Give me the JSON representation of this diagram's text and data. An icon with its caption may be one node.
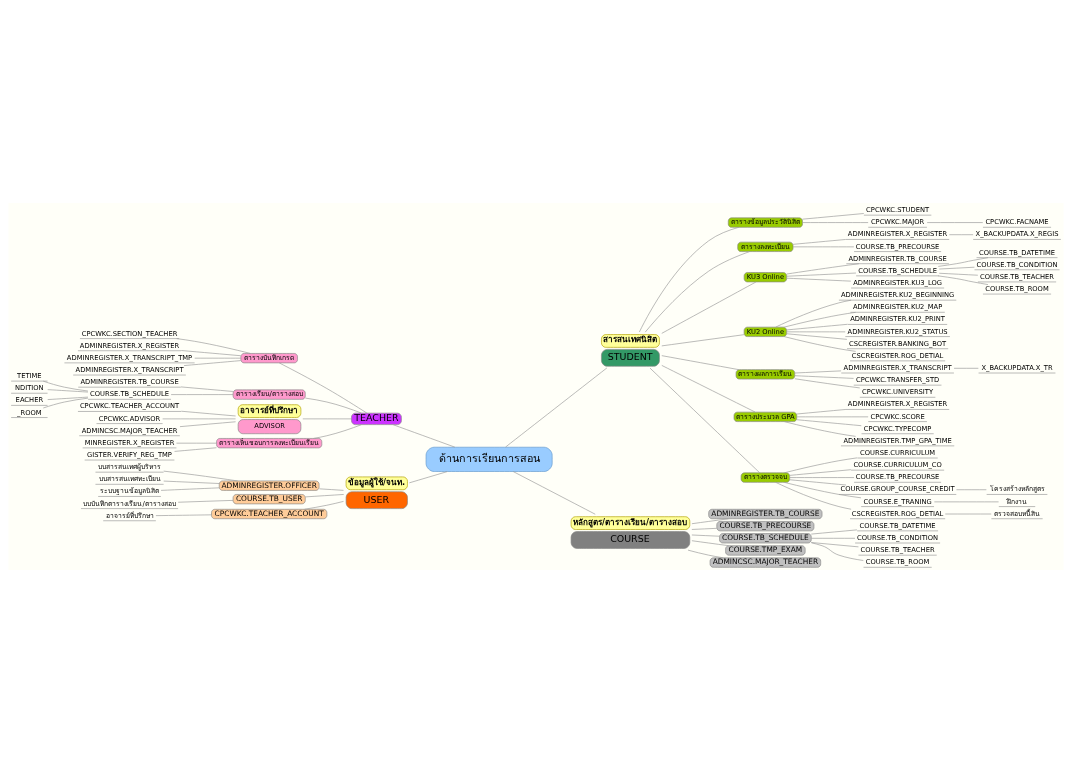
{
  "diagram": {
    "nodes": [
      {
        "text": [
          "ด้านการเรียนการสอน"
        ]
      },
      {
        "text": [
          "TEACHER"
        ]
      },
      {
        "text": [
          "ตารางบันทึกเกรด"
        ]
      },
      {
        "text": [
          "CPCWKC.SECTION_TEACHER"
        ]
      },
      {
        "text": [
          "ADMINREGISTER.X_REGISTER"
        ]
      },
      {
        "text": [
          "ADMINREGISTER.X_TRANSCRIPT_TMP"
        ]
      },
      {
        "text": [
          "ADMINREGISTER.X_TRANSCRIPT"
        ]
      },
      {
        "text": [
          "ตารางเรียน/ตารางสอบ"
        ]
      },
      {
        "text": [
          "ADMINREGISTER.TB_COURSE"
        ]
      },
      {
        "text": [
          "COURSE.TB_SCHEDULE"
        ]
      },
      {
        "text": [
          "TETIME"
        ]
      },
      {
        "text": [
          "NDITION"
        ]
      },
      {
        "text": [
          "EACHER"
        ]
      },
      {
        "text": [
          "_ROOM"
        ]
      },
      {
        "text": [
          "อาจารย์ที่ปรึกษา",
          "ADVISOR"
        ]
      },
      {
        "text": [
          "CPCWKC.TEACHER_ACCOUNT"
        ]
      },
      {
        "text": [
          "CPCWKC.ADVISOR"
        ]
      },
      {
        "text": [
          "ADMINCSC.MAJOR_TEACHER"
        ]
      },
      {
        "text": [
          "ตารางเห็นชอบการลงทะเบียนเรียน"
        ]
      },
      {
        "text": [
          "MINREGISTER.X_REGISTER"
        ]
      },
      {
        "text": [
          "GISTER.VERIFY_REG_TMP"
        ]
      },
      {
        "text": [
          "ข้อมูลผู้ใช้/จนท.",
          "USER"
        ]
      },
      {
        "text": [
          "ADMINREGISTER.OFFICER"
        ]
      },
      {
        "text": [
          "บบสารสนเทศผู้บริหาร"
        ]
      },
      {
        "text": [
          "บบสารสนเทศทะเบียน"
        ]
      },
      {
        "text": [
          "ระบบฐานข้อมูลนิสิต"
        ]
      },
      {
        "text": [
          "COURSE.TB_USER"
        ]
      },
      {
        "text": [
          "บบบันทึกตารางเรียน/ตารางสอบ"
        ]
      },
      {
        "text": [
          "CPCWKC.TEACHER_ACCOUNT"
        ]
      },
      {
        "text": [
          "อาจารย์ที่ปรึกษา"
        ]
      },
      {
        "text": [
          "สารสนเทศนิสิต",
          "STUDENT"
        ]
      },
      {
        "text": [
          "ตารางข้อมูลประวัตินิสิต"
        ]
      },
      {
        "text": [
          "CPCWKC.STUDENT"
        ]
      },
      {
        "text": [
          "CPCWKC.MAJOR"
        ]
      },
      {
        "text": [
          "CPCWKC.FACNAME"
        ]
      },
      {
        "text": [
          "ตารางลงทะเบียน"
        ]
      },
      {
        "text": [
          "ADMINREGISTER.X_REGISTER"
        ]
      },
      {
        "text": [
          "X_BACKUPDATA.X_REGIS"
        ]
      },
      {
        "text": [
          "COURSE.TB_PRECOURSE"
        ]
      },
      {
        "text": [
          "KU3 Online"
        ]
      },
      {
        "text": [
          "ADMINREGISTER.TB_COURSE"
        ]
      },
      {
        "text": [
          "COURSE.TB_SCHEDULE"
        ]
      },
      {
        "text": [
          "COURSE.TB_DATETIME"
        ]
      },
      {
        "text": [
          "COURSE.TB_CONDITION"
        ]
      },
      {
        "text": [
          "COURSE.TB_TEACHER"
        ]
      },
      {
        "text": [
          "COURSE.TB_ROOM"
        ]
      },
      {
        "text": [
          "ADMINREGISTER.KU3_LOG"
        ]
      },
      {
        "text": [
          "KU2 Online"
        ]
      },
      {
        "text": [
          "ADMINREGISTER.KU2_BEGINNING"
        ]
      },
      {
        "text": [
          "ADMINREGISTER.KU2_MAP"
        ]
      },
      {
        "text": [
          "ADMINREGISTER.KU2_PRINT"
        ]
      },
      {
        "text": [
          "ADMINREGISTER.KU2_STATUS"
        ]
      },
      {
        "text": [
          "CSCREGISTER.BANKING_BOT"
        ]
      },
      {
        "text": [
          "CSCREGISTER.ROG_DETIAL"
        ]
      },
      {
        "text": [
          "ตารางผลการเรียน"
        ]
      },
      {
        "text": [
          "ADMINREGISTER.X_TRANSCRIPT"
        ]
      },
      {
        "text": [
          "X_BACKUPDATA.X_TR"
        ]
      },
      {
        "text": [
          "CPCWKC.TRANSFER_STD"
        ]
      },
      {
        "text": [
          "CPCWKC.UNIVERSITY"
        ]
      },
      {
        "text": [
          "ตารางประมวล GPA"
        ]
      },
      {
        "text": [
          "ADMINREGISTER.X_REGISTER"
        ]
      },
      {
        "text": [
          "CPCWKC.SCORE"
        ]
      },
      {
        "text": [
          "CPCWKC.TYPECOMP"
        ]
      },
      {
        "text": [
          "ADMINREGISTER.TMP_GPA_TIME"
        ]
      },
      {
        "text": [
          "ตารางตรวจจบ"
        ]
      },
      {
        "text": [
          "COURSE.CURRICULUM"
        ]
      },
      {
        "text": [
          "COURSE.CURRICULUM_CO"
        ]
      },
      {
        "text": [
          "COURSE.TB_PRECOURSE"
        ]
      },
      {
        "text": [
          "COURSE.GROUP_COURSE_CREDIT"
        ]
      },
      {
        "text": [
          "โครงสร้างหลักสูตร"
        ]
      },
      {
        "text": [
          "COURSE.E_TRANING"
        ]
      },
      {
        "text": [
          "ฝึกงาน"
        ]
      },
      {
        "text": [
          "CSCREGISTER.ROG_DETIAL"
        ]
      },
      {
        "text": [
          "ตรวจสอบหนี้สิน"
        ]
      },
      {
        "text": [
          "หลักสูตร/ตารางเรียน/ตารางสอบ",
          "COURSE"
        ]
      },
      {
        "text": [
          "ADMINREGISTER.TB_COURSE"
        ]
      },
      {
        "text": [
          "COURSE.TB_PRECOURSE"
        ]
      },
      {
        "text": [
          "COURSE.TB_SCHEDULE"
        ]
      },
      {
        "text": [
          "COURSE.TB_DATETIME"
        ]
      },
      {
        "text": [
          "COURSE.TB_CONDITION"
        ]
      },
      {
        "text": [
          "COURSE.TB_TEACHER"
        ]
      },
      {
        "text": [
          "COURSE.TB_ROOM"
        ]
      },
      {
        "text": [
          "COURSE.TMP_EXAM"
        ]
      },
      {
        "text": [
          "ADMINCSC.MAJOR_TEACHER"
        ]
      }
    ],
    "edges": [
      {
        "from": 0,
        "to": 1,
        "arrow": "none"
      },
      {
        "from": 1,
        "to": 2,
        "arrow": "none"
      },
      {
        "from": 2,
        "to": 3,
        "arrow": "none"
      },
      {
        "from": 2,
        "to": 4,
        "arrow": "none"
      },
      {
        "from": 2,
        "to": 5,
        "arrow": "none"
      },
      {
        "from": 2,
        "to": 6,
        "arrow": "none"
      },
      {
        "from": 1,
        "to": 7,
        "arrow": "none"
      },
      {
        "from": 7,
        "to": 8,
        "arrow": "none"
      },
      {
        "from": 7,
        "to": 9,
        "arrow": "none"
      },
      {
        "from": 9,
        "to": 10,
        "arrow": "none"
      },
      {
        "from": 9,
        "to": 11,
        "arrow": "none"
      },
      {
        "from": 9,
        "to": 12,
        "arrow": "none"
      },
      {
        "from": 9,
        "to": 13,
        "arrow": "none"
      },
      {
        "from": 1,
        "to": 14,
        "arrow": "none"
      },
      {
        "from": 14,
        "to": 15,
        "arrow": "none"
      },
      {
        "from": 14,
        "to": 16,
        "arrow": "none"
      },
      {
        "from": 14,
        "to": 17,
        "arrow": "none"
      },
      {
        "from": 1,
        "to": 18,
        "arrow": "none"
      },
      {
        "from": 18,
        "to": 19,
        "arrow": "none"
      },
      {
        "from": 18,
        "to": 20,
        "arrow": "none"
      },
      {
        "from": 0,
        "to": 21,
        "arrow": "none"
      },
      {
        "from": 21,
        "to": 22,
        "arrow": "none"
      },
      {
        "from": 22,
        "to": 23,
        "arrow": "none"
      },
      {
        "from": 22,
        "to": 24,
        "arrow": "none"
      },
      {
        "from": 22,
        "to": 25,
        "arrow": "none"
      },
      {
        "from": 21,
        "to": 26,
        "arrow": "none"
      },
      {
        "from": 26,
        "to": 27,
        "arrow": "none"
      },
      {
        "from": 21,
        "to": 28,
        "arrow": "none"
      },
      {
        "from": 28,
        "to": 29,
        "arrow": "none"
      },
      {
        "from": 0,
        "to": 30,
        "arrow": "none"
      },
      {
        "from": 30,
        "to": 31,
        "arrow": "none"
      },
      {
        "from": 31,
        "to": 32,
        "arrow": "none"
      },
      {
        "from": 31,
        "to": 33,
        "arrow": "none"
      },
      {
        "from": 33,
        "to": 34,
        "arrow": "none"
      },
      {
        "from": 30,
        "to": 35,
        "arrow": "none"
      },
      {
        "from": 35,
        "to": 36,
        "arrow": "none"
      },
      {
        "from": 36,
        "to": 37,
        "arrow": "none"
      },
      {
        "from": 35,
        "to": 38,
        "arrow": "none"
      },
      {
        "from": 30,
        "to": 39,
        "arrow": "none"
      },
      {
        "from": 39,
        "to": 40,
        "arrow": "none"
      },
      {
        "from": 39,
        "to": 41,
        "arrow": "none"
      },
      {
        "from": 41,
        "to": 42,
        "arrow": "none"
      },
      {
        "from": 41,
        "to": 43,
        "arrow": "none"
      },
      {
        "from": 41,
        "to": 44,
        "arrow": "none"
      },
      {
        "from": 41,
        "to": 45,
        "arrow": "none"
      },
      {
        "from": 39,
        "to": 46,
        "arrow": "none"
      },
      {
        "from": 30,
        "to": 47,
        "arrow": "none"
      },
      {
        "from": 47,
        "to": 48,
        "arrow": "none"
      },
      {
        "from": 47,
        "to": 49,
        "arrow": "none"
      },
      {
        "from": 47,
        "to": 50,
        "arrow": "none"
      },
      {
        "from": 47,
        "to": 51,
        "arrow": "none"
      },
      {
        "from": 47,
        "to": 52,
        "arrow": "none"
      },
      {
        "from": 47,
        "to": 53,
        "arrow": "none"
      },
      {
        "from": 30,
        "to": 54,
        "arrow": "none"
      },
      {
        "from": 54,
        "to": 55,
        "arrow": "none"
      },
      {
        "from": 55,
        "to": 56,
        "arrow": "none"
      },
      {
        "from": 54,
        "to": 57,
        "arrow": "none"
      },
      {
        "from": 54,
        "to": 58,
        "arrow": "none"
      },
      {
        "from": 30,
        "to": 59,
        "arrow": "none"
      },
      {
        "from": 59,
        "to": 60,
        "arrow": "none"
      },
      {
        "from": 59,
        "to": 61,
        "arrow": "none"
      },
      {
        "from": 59,
        "to": 62,
        "arrow": "none"
      },
      {
        "from": 59,
        "to": 63,
        "arrow": "none"
      },
      {
        "from": 30,
        "to": 64,
        "arrow": "none"
      },
      {
        "from": 64,
        "to": 65,
        "arrow": "none"
      },
      {
        "from": 64,
        "to": 66,
        "arrow": "none"
      },
      {
        "from": 64,
        "to": 67,
        "arrow": "none"
      },
      {
        "from": 64,
        "to": 68,
        "arrow": "none"
      },
      {
        "from": 68,
        "to": 69,
        "arrow": "none"
      },
      {
        "from": 64,
        "to": 70,
        "arrow": "none"
      },
      {
        "from": 70,
        "to": 71,
        "arrow": "none"
      },
      {
        "from": 64,
        "to": 72,
        "arrow": "none"
      },
      {
        "from": 72,
        "to": 73,
        "arrow": "none"
      },
      {
        "from": 0,
        "to": 74,
        "arrow": "none"
      },
      {
        "from": 74,
        "to": 75,
        "arrow": "none"
      },
      {
        "from": 74,
        "to": 76,
        "arrow": "none"
      },
      {
        "from": 74,
        "to": 77,
        "arrow": "none"
      },
      {
        "from": 77,
        "to": 78,
        "arrow": "none"
      },
      {
        "from": 77,
        "to": 79,
        "arrow": "none"
      },
      {
        "from": 77,
        "to": 80,
        "arrow": "none"
      },
      {
        "from": 77,
        "to": 81,
        "arrow": "none"
      },
      {
        "from": 74,
        "to": 82,
        "arrow": "none"
      },
      {
        "from": 74,
        "to": 83,
        "arrow": "none"
      }
    ]
  }
}
